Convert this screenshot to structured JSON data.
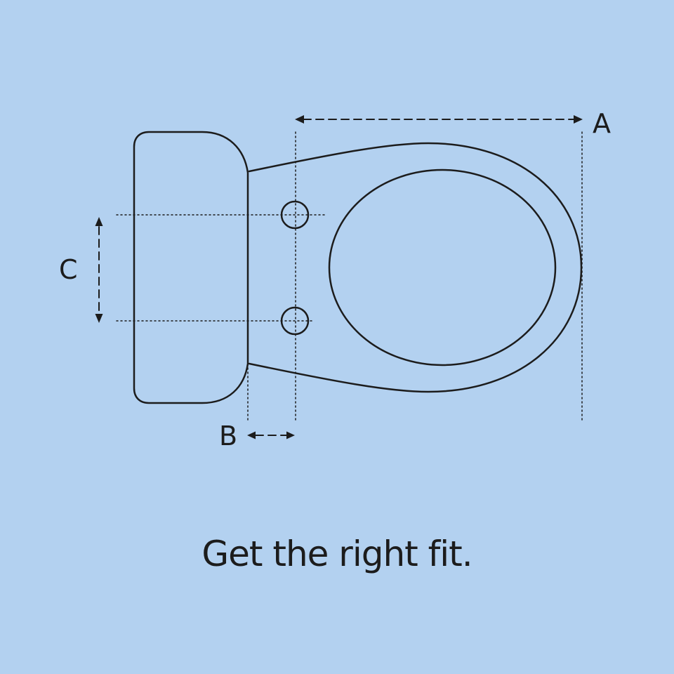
{
  "colors": {
    "background": "#b3d1f0",
    "line": "#1c1c1c"
  },
  "labels": {
    "a": "A",
    "b": "B",
    "c": "C"
  },
  "tagline": "Get the right fit."
}
